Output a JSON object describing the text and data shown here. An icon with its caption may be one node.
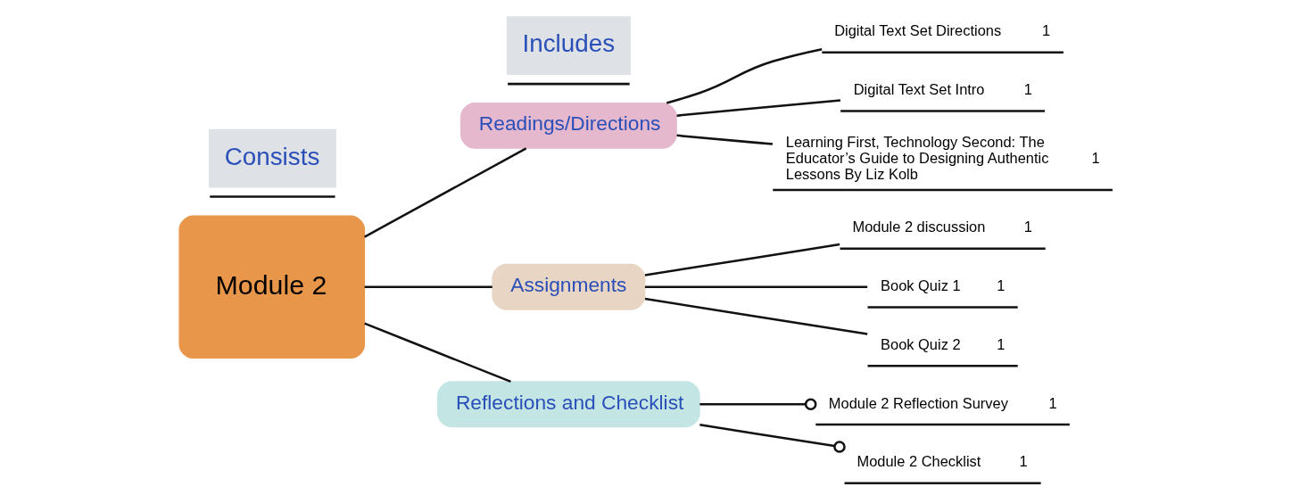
{
  "diagram": {
    "nodes": [
      {
        "text": [
          "Module 2"
        ]
      },
      {
        "text": [
          "Includes"
        ]
      },
      {
        "text": [
          "Readings/Directions"
        ]
      },
      {
        "text": [
          "Digital Text Set Directions",
          "1"
        ]
      },
      {
        "text": [
          "Digital Text Set Intro",
          "1"
        ]
      },
      {
        "text": [
          "Learning First, Technology Second: The Educator’s Guide to Designing Authentic Lessons By Liz Kolb",
          "1"
        ]
      },
      {
        "text": [
          "Consists"
        ]
      },
      {
        "text": [
          "Assignments"
        ]
      },
      {
        "text": [
          "Module 2 discussion",
          "1"
        ]
      },
      {
        "text": [
          "Book Quiz 1",
          "1"
        ]
      },
      {
        "text": [
          "Book Quiz 2",
          "1"
        ]
      },
      {
        "text": [
          "Reflections and Checklist"
        ]
      },
      {
        "text": [
          "Module 2 Reflection Survey",
          "1"
        ]
      },
      {
        "text": [
          "Module 2 Checklist",
          "1"
        ]
      }
    ],
    "edges": [
      {
        "from": 0,
        "to": 2,
        "arrow": "none"
      },
      {
        "from": 2,
        "to": 3,
        "arrow": "none"
      },
      {
        "from": 2,
        "to": 4,
        "arrow": "none"
      },
      {
        "from": 2,
        "to": 5,
        "arrow": "none"
      },
      {
        "from": 0,
        "to": 7,
        "arrow": "none"
      },
      {
        "from": 0,
        "to": 11,
        "arrow": "none"
      },
      {
        "from": 7,
        "to": 8,
        "arrow": "none"
      },
      {
        "from": 7,
        "to": 9,
        "arrow": "none"
      },
      {
        "from": 7,
        "to": 10,
        "arrow": "none"
      },
      {
        "from": 11,
        "to": 12,
        "arrow": "other"
      },
      {
        "from": 11,
        "to": 13,
        "arrow": "other"
      }
    ]
  }
}
